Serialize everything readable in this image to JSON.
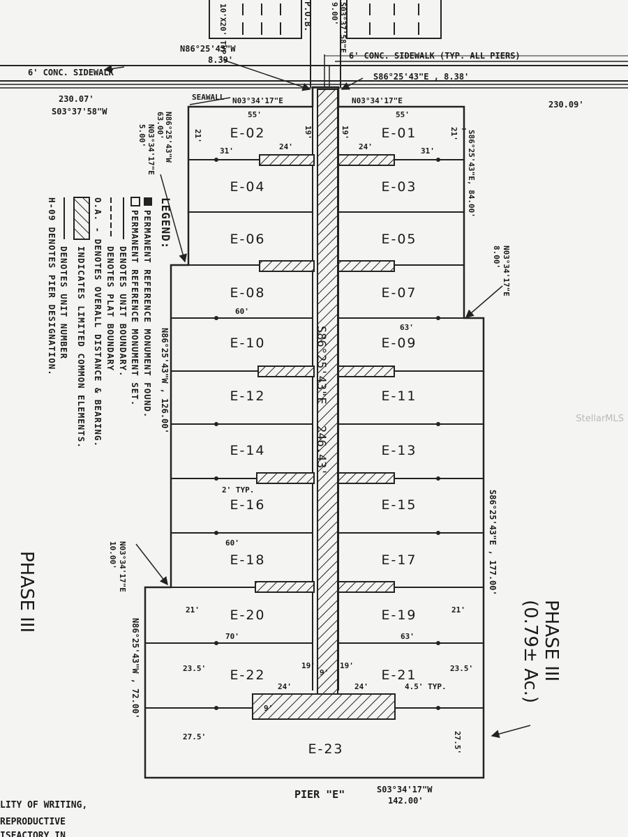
{
  "units": [
    {
      "id": "E-02",
      "side": "L",
      "row": 0
    },
    {
      "id": "E-01",
      "side": "R",
      "row": 0
    },
    {
      "id": "E-04",
      "side": "L",
      "row": 1
    },
    {
      "id": "E-03",
      "side": "R",
      "row": 1
    },
    {
      "id": "E-06",
      "side": "L",
      "row": 2
    },
    {
      "id": "E-05",
      "side": "R",
      "row": 2
    },
    {
      "id": "E-08",
      "side": "L",
      "row": 3
    },
    {
      "id": "E-07",
      "side": "R",
      "row": 3
    },
    {
      "id": "E-10",
      "side": "L",
      "row": 4
    },
    {
      "id": "E-09",
      "side": "R",
      "row": 4
    },
    {
      "id": "E-12",
      "side": "L",
      "row": 5
    },
    {
      "id": "E-11",
      "side": "R",
      "row": 5
    },
    {
      "id": "E-14",
      "side": "L",
      "row": 6
    },
    {
      "id": "E-13",
      "side": "R",
      "row": 6
    },
    {
      "id": "E-16",
      "side": "L",
      "row": 7
    },
    {
      "id": "E-15",
      "side": "R",
      "row": 7
    },
    {
      "id": "E-18",
      "side": "L",
      "row": 8
    },
    {
      "id": "E-17",
      "side": "R",
      "row": 8
    },
    {
      "id": "E-20",
      "side": "L",
      "row": 9
    },
    {
      "id": "E-19",
      "side": "R",
      "row": 9
    },
    {
      "id": "E-22",
      "side": "L",
      "row": 10
    },
    {
      "id": "E-21",
      "side": "R",
      "row": 10
    },
    {
      "id": "E-23",
      "side": "C",
      "row": 11
    }
  ],
  "top": {
    "pob": "P.O.B.",
    "dist_900": "9.00'",
    "bearing_s03": "S03°37'58\"E",
    "typ_box": "10'X20' TYP.",
    "n86_left": "N86°25'43\"W",
    "n86_left_dist": "8.39'",
    "sidewalk_right": "6' CONC. SIDEWALK (TYP. ALL PIERS)",
    "sidewalk_left": "6' CONC. SIDEWALK",
    "s86_right": "S86°25'43\"E , 8.38'",
    "dist_left": "230.07'",
    "bearing_left": "S03°37'58\"W",
    "dist_right": "230.09'",
    "seawall": "SEAWALL",
    "n03_left": "N03°34'17\"E",
    "n03_right": "N03°34'17\"E"
  },
  "dims": {
    "d55l": "55'",
    "d55r": "55'",
    "d21a": "21'",
    "d19a": "19'",
    "d19b": "19'",
    "d21b": "21'",
    "d31a": "31'",
    "d24a": "24'",
    "d24b": "24'",
    "d31b": "31'",
    "d60a": "60'",
    "d63a": "63'",
    "d2typ": "2' TYP.",
    "d60b": "60'",
    "d21c": "21'",
    "d21d": "21'",
    "d70": "70'",
    "d63b": "63'",
    "d23l": "23.5'",
    "d23r": "23.5'",
    "d19c": "19'",
    "d9a": "9'",
    "d19d": "19'",
    "d24c": "24'",
    "d24d": "24'",
    "d45": "4.5' TYP.",
    "d9b": "9'",
    "d27l": "27.5'",
    "d27r": "27.5'"
  },
  "bearings": {
    "l1": "N86°25'43\"W",
    "l1b": "63.00'",
    "l2": "N03°34'17\"E",
    "l2b": "5.00'",
    "r1": "S86°25'43\"E, 84.00'",
    "r2": "N03°34'17\"E",
    "r2b": "8.00'",
    "l3": "N86°25'43\"W , 126.00'",
    "center": "S86°25'43\"E",
    "center_dist": "246.43'",
    "r3": "S86°25'43\"E , 177.00'",
    "l4": "N03°34'17\"E",
    "l4b": "10.00'",
    "l5": "N86°25'43\"W , 72.00'",
    "bottom": "S03°34'17\"W",
    "bottom_dist": "142.00'",
    "pier": "PIER \"E\""
  },
  "legend": {
    "title": "LEGEND:",
    "items": [
      "PERMANENT REFERENCE MONUMENT FOUND.",
      "PERMANENT REFERENCE MONUMENT SET.",
      "DENOTES UNIT BOUNDARY.",
      "DENOTES PLAT BOUNDARY",
      "O.A. - DENOTES OVERALL DISTANCE & BEARING.",
      "INDICATES LIMITED COMMON ELEMENTS.",
      "DENOTES UNIT NUMBER",
      "H-09 DENOTES PIER DESIGNATION."
    ]
  },
  "phase": {
    "title": "PHASE III",
    "area": "(0.79± Ac.)",
    "left_cut": "PHASE III"
  },
  "footer": [
    "LITY OF WRITING,",
    "REPRODUCTIVE",
    "ISFACTORY IN"
  ],
  "watermark": "StellarMLS"
}
